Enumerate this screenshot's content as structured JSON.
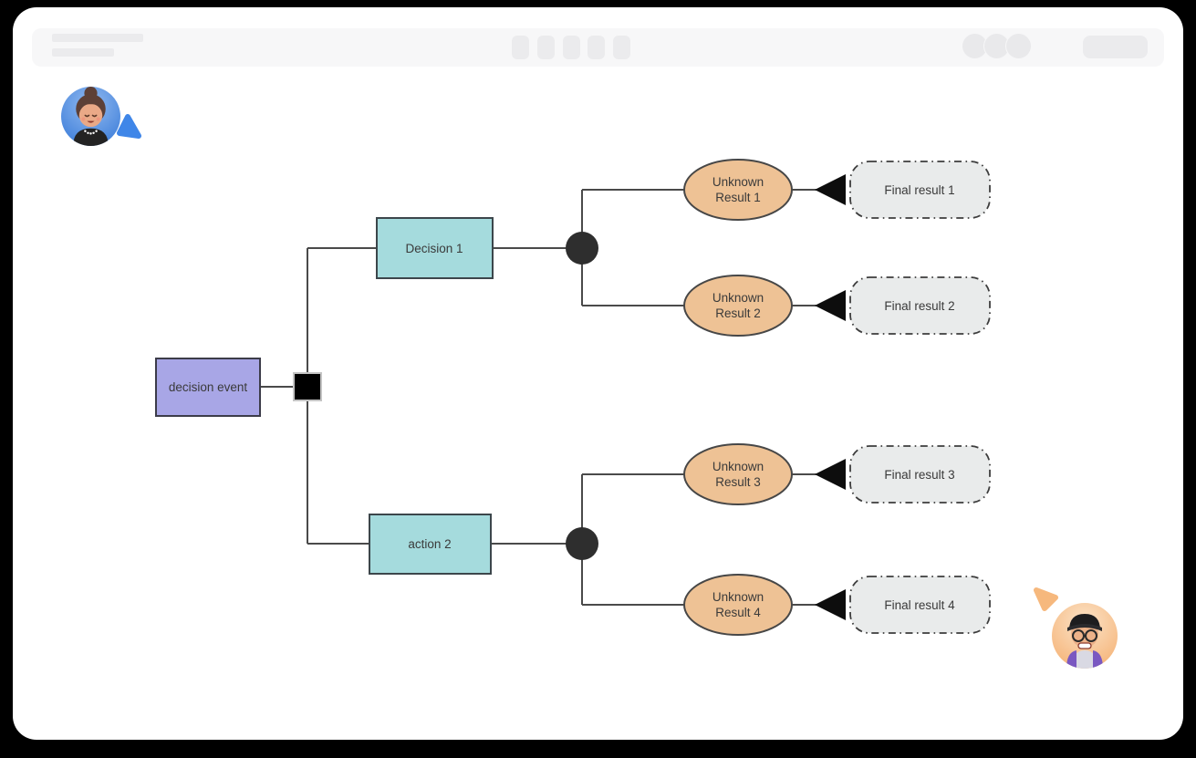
{
  "colors": {
    "page_background": "#000000",
    "window_background": "#ffffff",
    "toolbar_background": "#f7f7f8",
    "toolbar_placeholder": "#ebebed",
    "root_fill": "#a8a6e6",
    "root_border": "#3c3c49",
    "branch_fill": "#a5dbdd",
    "branch_border": "#3c464b",
    "ellipse_fill": "#eec295",
    "ellipse_border": "#474747",
    "final_fill": "#e9ebeb",
    "final_border": "#3d3d3d",
    "connector_line": "#4a4a4a",
    "chance_node": "#2e2e2e",
    "junction_node": "#000000",
    "blue_cursor": "#3f86e8",
    "orange_cursor": "#f6b87d",
    "label_text": "#3a3a3a"
  },
  "toolbar": {
    "tool_placeholder_count": 5,
    "avatar_placeholder_count": 3
  },
  "diagram": {
    "root": {
      "label": "decision event"
    },
    "branches": [
      {
        "label": "Decision 1"
      },
      {
        "label": "action 2"
      }
    ],
    "unknown_results": [
      {
        "line1": "Unknown",
        "line2": "Result 1"
      },
      {
        "line1": "Unknown",
        "line2": "Result 2"
      },
      {
        "line1": "Unknown",
        "line2": "Result 3"
      },
      {
        "line1": "Unknown",
        "line2": "Result 4"
      }
    ],
    "final_results": [
      "Final result 1",
      "Final result 2",
      "Final result 3",
      "Final result 4"
    ]
  },
  "collaborators": [
    {
      "id": "blue",
      "position": "top-left"
    },
    {
      "id": "orange",
      "position": "bottom-right"
    }
  ]
}
